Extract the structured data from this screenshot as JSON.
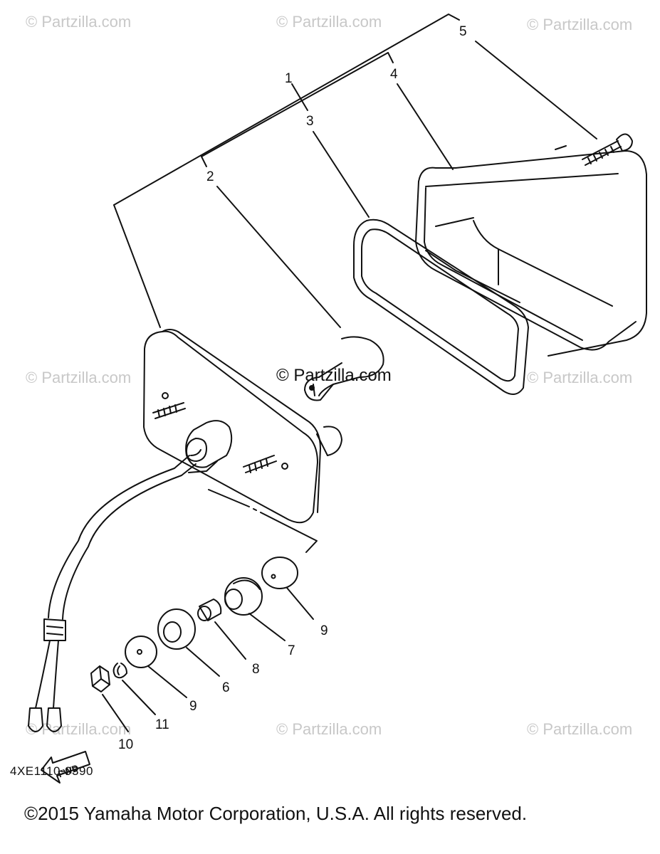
{
  "watermark": "© Partzilla.com",
  "center_watermark": "© Partzilla.com",
  "part_numbers": [
    "1",
    "2",
    "3",
    "4",
    "5",
    "6",
    "7",
    "8",
    "9",
    "9",
    "10",
    "11"
  ],
  "fwd_label": "FWD",
  "diagram_code": "4XE1110-9390",
  "copyright": "©2015  Yamaha Motor Corporation, U.S.A. All rights reserved."
}
